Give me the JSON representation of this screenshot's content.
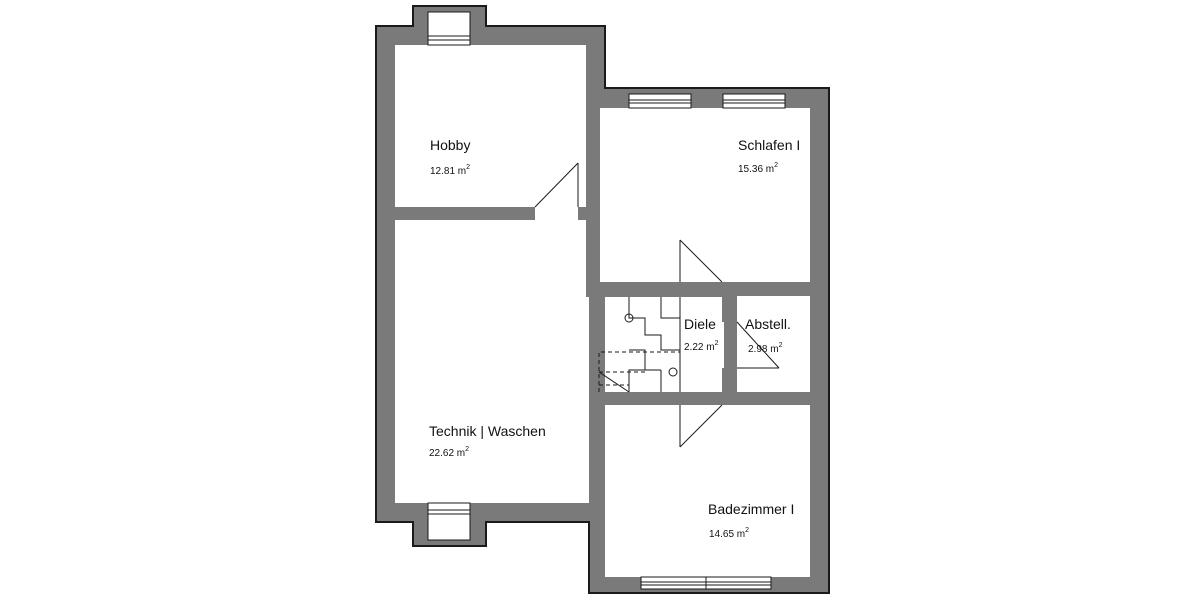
{
  "rooms": {
    "hobby": {
      "name": "Hobby",
      "area": "12.81 m",
      "unit_sup": "2"
    },
    "schlafen": {
      "name": "Schlafen I",
      "area": "15.36 m",
      "unit_sup": "2"
    },
    "diele": {
      "name": "Diele",
      "area": "2.22 m",
      "unit_sup": "2"
    },
    "abstell": {
      "name": "Abstell.",
      "area": "2.98 m",
      "unit_sup": "2"
    },
    "technik": {
      "name": "Technik | Waschen",
      "area": "22.62 m",
      "unit_sup": "2"
    },
    "badezimmer": {
      "name": "Badezimmer I",
      "area": "14.65 m",
      "unit_sup": "2"
    }
  },
  "colors": {
    "wall": "#7a7a7a",
    "line": "#1a1a1a",
    "background": "#ffffff"
  }
}
